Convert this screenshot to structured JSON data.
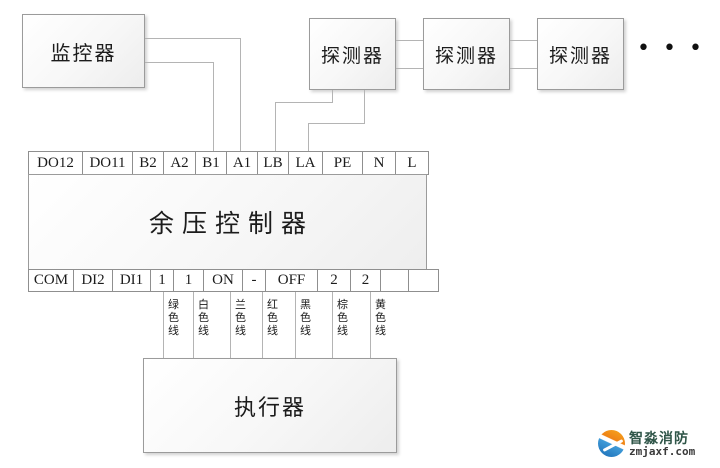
{
  "boxes": {
    "monitor": "监控器",
    "detector1": "探测器",
    "detector2": "探测器",
    "detector3": "探测器",
    "controller": "余压控制器",
    "actuator": "执行器"
  },
  "ellipsis": "•••",
  "controller": {
    "top_terminals": [
      "DO12",
      "DO11",
      "B2",
      "A2",
      "B1",
      "A1",
      "LB",
      "LA",
      "PE",
      "N",
      "L"
    ],
    "bottom_terminals": [
      "COM",
      "DI2",
      "DI1",
      "1",
      "1",
      "ON",
      "-",
      "OFF",
      "2",
      "2",
      "",
      ""
    ]
  },
  "wire_labels": [
    "绿色线",
    "白色线",
    "兰色线",
    "红色线",
    "黑色线",
    "棕色线",
    "黄色线"
  ],
  "watermark": {
    "brand": "智淼消防",
    "domain": "zmjaxf.com"
  },
  "colors": {
    "wire_line": "#b4b4b4",
    "box_border": "#9b9b9b",
    "terminal_border": "#8f8f8f",
    "brand_orange": "#ef8316",
    "brand_blue": "#1b6cb5",
    "brand_text": "#2f5548",
    "domain_text": "#3a3a3a"
  }
}
